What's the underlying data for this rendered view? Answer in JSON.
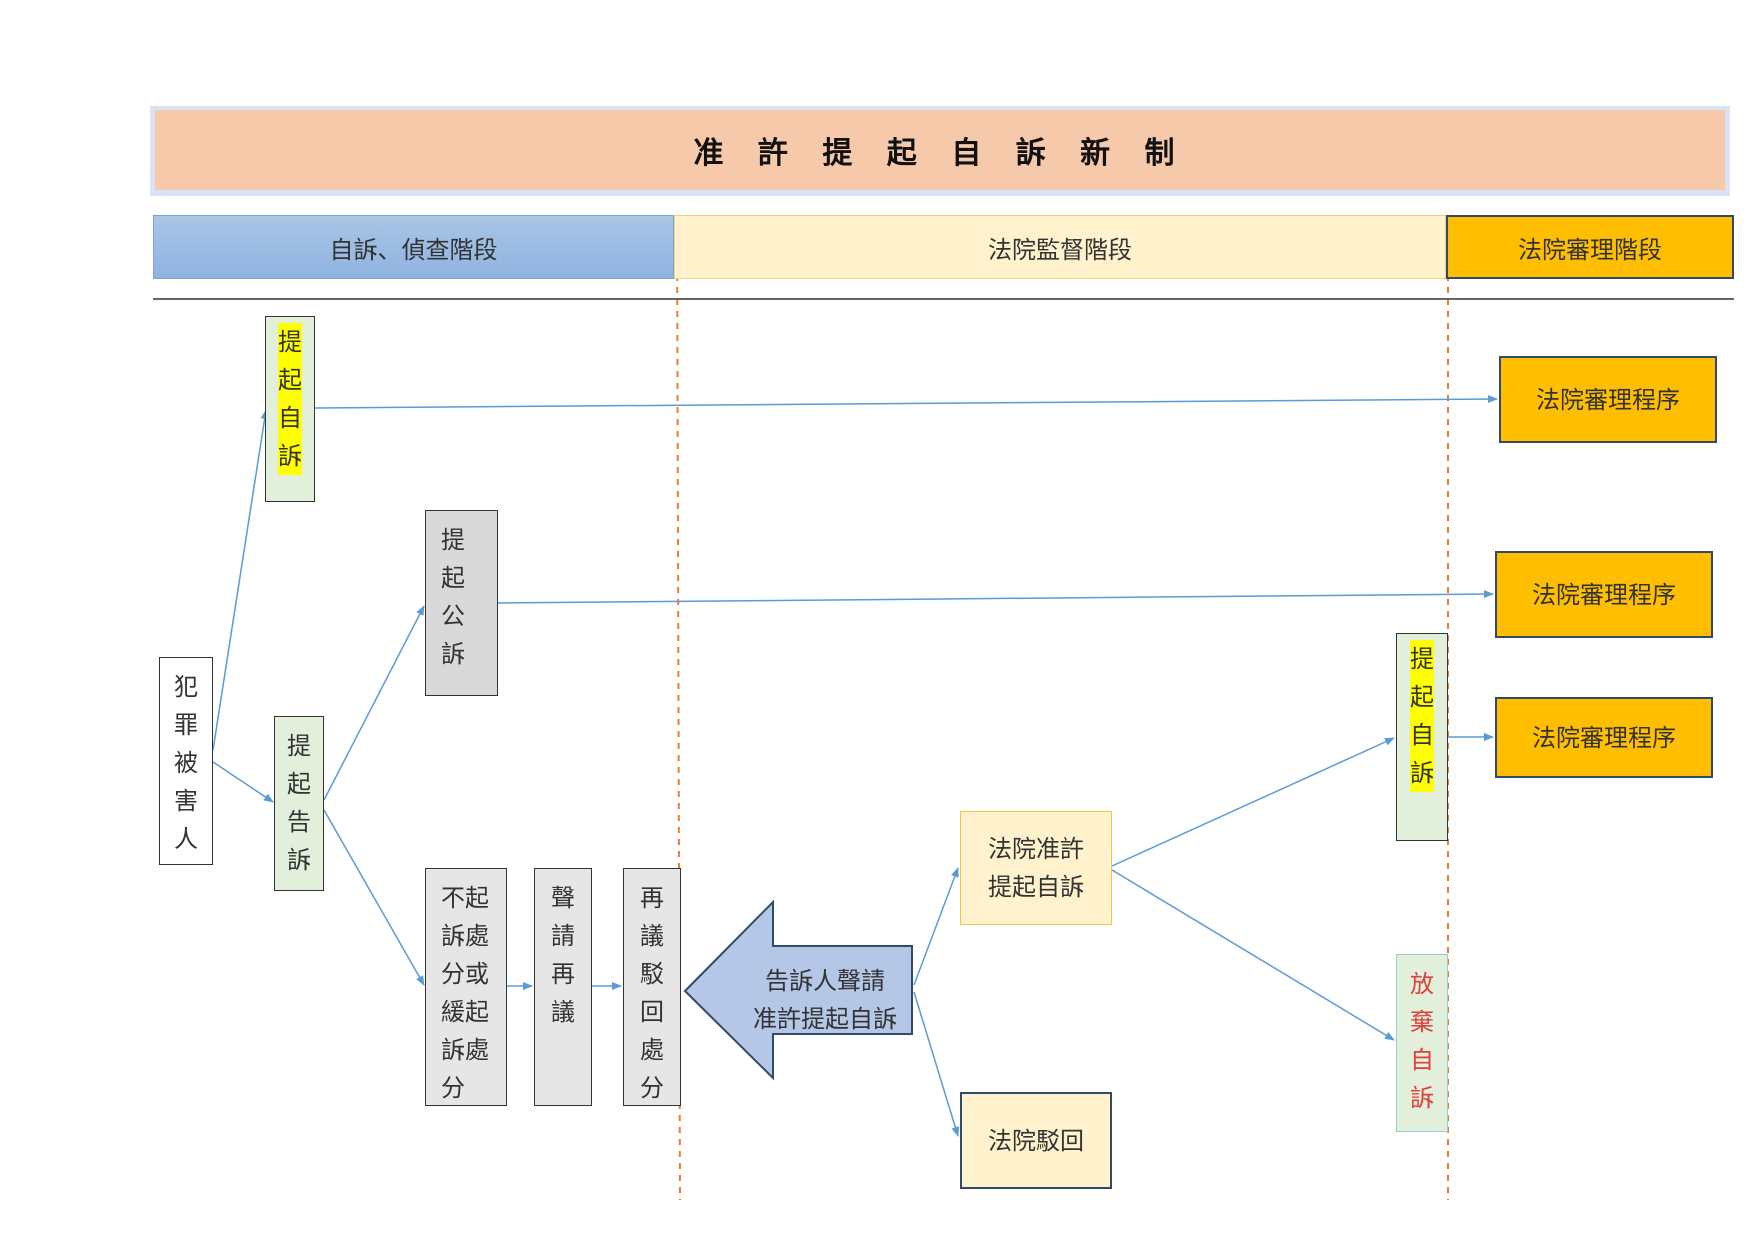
{
  "title": "准 許 提 起 自 訴 新 制",
  "stages": {
    "investigation": "自訴、偵查階段",
    "supervision": "法院監督階段",
    "trial": "法院審理階段"
  },
  "nodes": {
    "victim": [
      "犯",
      "罪",
      "被",
      "害",
      "人"
    ],
    "file_private_1": [
      "提",
      "起",
      "自",
      "訴"
    ],
    "file_complaint": [
      "提",
      "起",
      "告",
      "訴"
    ],
    "public_prosecution": [
      "提",
      "起",
      "公",
      "訴"
    ],
    "non_prosecution": [
      "不起",
      "訴處",
      "分或",
      "緩起",
      "訴處",
      "分"
    ],
    "petition_reconsider": [
      "聲",
      "請",
      "再",
      "議"
    ],
    "reconsider_dismissed": [
      "再",
      "議",
      "駁",
      "回",
      "處",
      "分"
    ],
    "complainant_petition": [
      "告訴人聲請",
      "准許提起自訴"
    ],
    "court_permits": [
      "法院准許",
      "提起自訴"
    ],
    "court_rejects": "法院駁回",
    "file_private_2": [
      "提",
      "起",
      "自",
      "訴"
    ],
    "abandon_private": [
      "放",
      "棄",
      "自",
      "訴"
    ],
    "court_procedure_1": "法院審理程序",
    "court_procedure_2": "法院審理程序",
    "court_procedure_3": "法院審理程序"
  },
  "colors": {
    "banner": "#f5c9a9",
    "investigation": "#9dbde4",
    "supervision": "#fff2cc",
    "trial": "#ffbf00",
    "connector": "#5b9bd5",
    "dashed_line": "#ed7d31",
    "highlight": "#ffff00",
    "abandon_text": "#e0403a"
  }
}
